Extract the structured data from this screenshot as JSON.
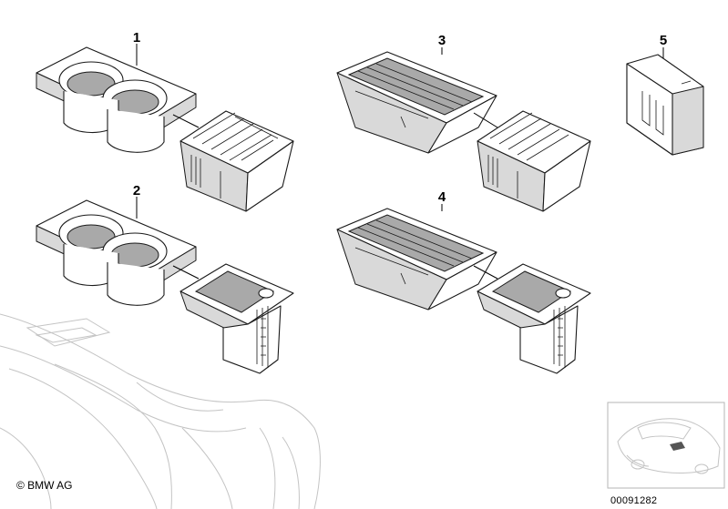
{
  "diagram": {
    "callouts": [
      "1",
      "2",
      "3",
      "4",
      "5"
    ],
    "copyright": "© BMW AG",
    "reference_number": "00091282"
  }
}
